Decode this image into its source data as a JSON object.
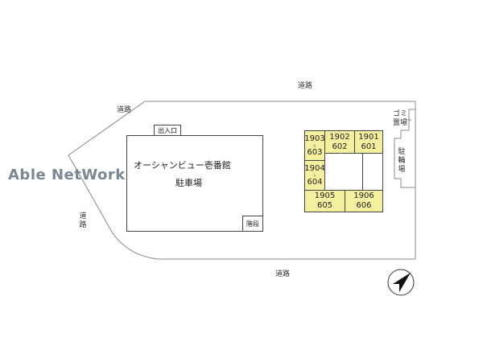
{
  "watermark": "Able NetWork",
  "roads": {
    "top": "道路",
    "upper_left": "道路",
    "left": "道路",
    "bottom": "道路"
  },
  "parking": {
    "name": "オーシャンビュー壱番館",
    "subtitle": "駐車場",
    "entrance": "出入口",
    "stairs": "階段"
  },
  "facilities": {
    "garbage": "ゴミ置場",
    "garbage_line1": "ゴミ",
    "garbage_line2": "置場",
    "bicycle": "駐輪場"
  },
  "units": [
    {
      "id": "1903",
      "alt": "603"
    },
    {
      "id": "1902",
      "alt": "602"
    },
    {
      "id": "1901",
      "alt": "601"
    },
    {
      "id": "1904",
      "alt": "604"
    },
    {
      "id": "1905",
      "alt": "605"
    },
    {
      "id": "1906",
      "alt": "606"
    }
  ],
  "unit_color": "#f5f0a0",
  "compass": "north-arrow"
}
